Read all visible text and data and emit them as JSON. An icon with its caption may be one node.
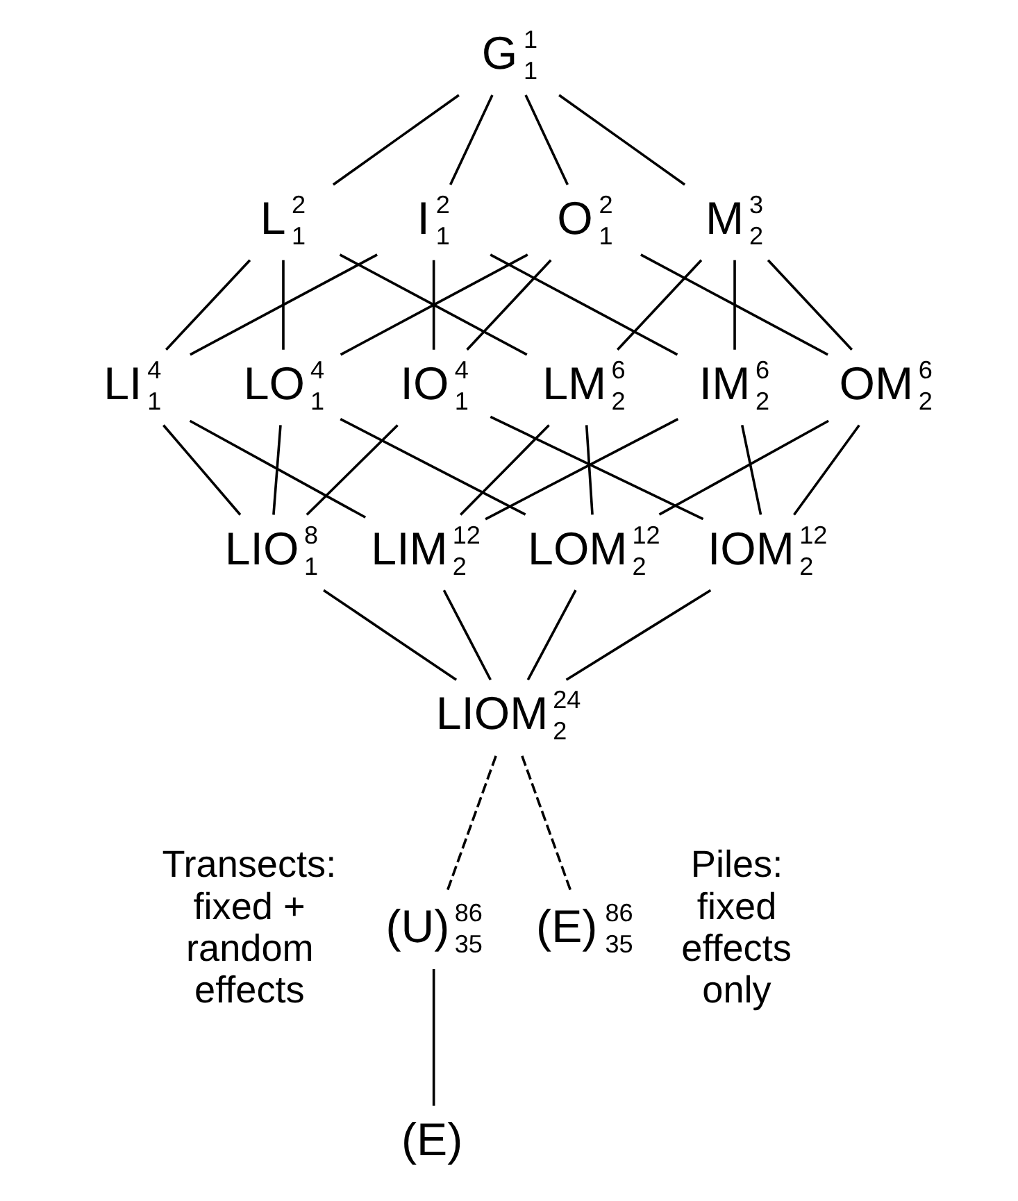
{
  "diagram": {
    "nodes": [
      {
        "text": [
          "G"
        ],
        "beside": [
          "1",
          "1"
        ]
      },
      {
        "text": [
          "L"
        ],
        "beside": [
          "2",
          "1"
        ]
      },
      {
        "text": [
          "I"
        ],
        "beside": [
          "2",
          "1"
        ]
      },
      {
        "text": [
          "O"
        ],
        "beside": [
          "2",
          "1"
        ]
      },
      {
        "text": [
          "M"
        ],
        "beside": [
          "3",
          "2"
        ]
      },
      {
        "text": [
          "LI"
        ],
        "beside": [
          "4",
          "1"
        ]
      },
      {
        "text": [
          "LO"
        ],
        "beside": [
          "4",
          "1"
        ]
      },
      {
        "text": [
          "LM"
        ],
        "beside": [
          "6",
          "2"
        ]
      },
      {
        "text": [
          "IO"
        ],
        "beside": [
          "4",
          "1"
        ]
      },
      {
        "text": [
          "IM"
        ],
        "beside": [
          "6",
          "2"
        ]
      },
      {
        "text": [
          "OM"
        ],
        "beside": [
          "6",
          "2"
        ]
      },
      {
        "text": [
          "LIO"
        ],
        "beside": [
          "8",
          "1"
        ]
      },
      {
        "text": [
          "LIM"
        ],
        "beside": [
          "12",
          "2"
        ]
      },
      {
        "text": [
          "LOM"
        ],
        "beside": [
          "12",
          "2"
        ]
      },
      {
        "text": [
          "IOM"
        ],
        "beside": [
          "12",
          "2"
        ]
      },
      {
        "text": [
          "LIOM"
        ],
        "beside": [
          "24",
          "2"
        ]
      },
      {
        "text": [
          "(U)"
        ],
        "beside": [
          "86",
          "35"
        ]
      },
      {
        "text": [
          "(E)"
        ],
        "beside": [
          "86",
          "35"
        ]
      },
      {
        "text": [
          "(E)"
        ]
      }
    ],
    "edges": [
      {
        "from": 0,
        "to": 1,
        "arrow": "none"
      },
      {
        "from": 0,
        "to": 2,
        "arrow": "none"
      },
      {
        "from": 0,
        "to": 3,
        "arrow": "none"
      },
      {
        "from": 0,
        "to": 4,
        "arrow": "none"
      },
      {
        "from": 1,
        "to": 5,
        "arrow": "none"
      },
      {
        "from": 1,
        "to": 6,
        "arrow": "none"
      },
      {
        "from": 1,
        "to": 7,
        "arrow": "none"
      },
      {
        "from": 2,
        "to": 5,
        "arrow": "none"
      },
      {
        "from": 2,
        "to": 8,
        "arrow": "none"
      },
      {
        "from": 2,
        "to": 9,
        "arrow": "none"
      },
      {
        "from": 3,
        "to": 6,
        "arrow": "none"
      },
      {
        "from": 3,
        "to": 8,
        "arrow": "none"
      },
      {
        "from": 3,
        "to": 10,
        "arrow": "none"
      },
      {
        "from": 4,
        "to": 7,
        "arrow": "none"
      },
      {
        "from": 4,
        "to": 9,
        "arrow": "none"
      },
      {
        "from": 4,
        "to": 10,
        "arrow": "none"
      },
      {
        "from": 5,
        "to": 11,
        "arrow": "none"
      },
      {
        "from": 5,
        "to": 12,
        "arrow": "none"
      },
      {
        "from": 6,
        "to": 11,
        "arrow": "none"
      },
      {
        "from": 6,
        "to": 13,
        "arrow": "none"
      },
      {
        "from": 7,
        "to": 12,
        "arrow": "none"
      },
      {
        "from": 7,
        "to": 13,
        "arrow": "none"
      },
      {
        "from": 8,
        "to": 11,
        "arrow": "none"
      },
      {
        "from": 8,
        "to": 14,
        "arrow": "none"
      },
      {
        "from": 9,
        "to": 12,
        "arrow": "none"
      },
      {
        "from": 9,
        "to": 14,
        "arrow": "none"
      },
      {
        "from": 10,
        "to": 13,
        "arrow": "none"
      },
      {
        "from": 10,
        "to": 14,
        "arrow": "none"
      },
      {
        "from": 11,
        "to": 15,
        "arrow": "none"
      },
      {
        "from": 12,
        "to": 15,
        "arrow": "none"
      },
      {
        "from": 13,
        "to": 15,
        "arrow": "none"
      },
      {
        "from": 14,
        "to": 15,
        "arrow": "none"
      },
      {
        "from": 15,
        "to": 16,
        "arrow": "none",
        "style": "dashed"
      },
      {
        "from": 15,
        "to": 17,
        "arrow": "none",
        "style": "dashed"
      },
      {
        "from": 16,
        "to": 18,
        "arrow": "none"
      }
    ],
    "labels": [
      "Transects: fixed + random effects",
      "Piles: fixed effects only"
    ]
  }
}
